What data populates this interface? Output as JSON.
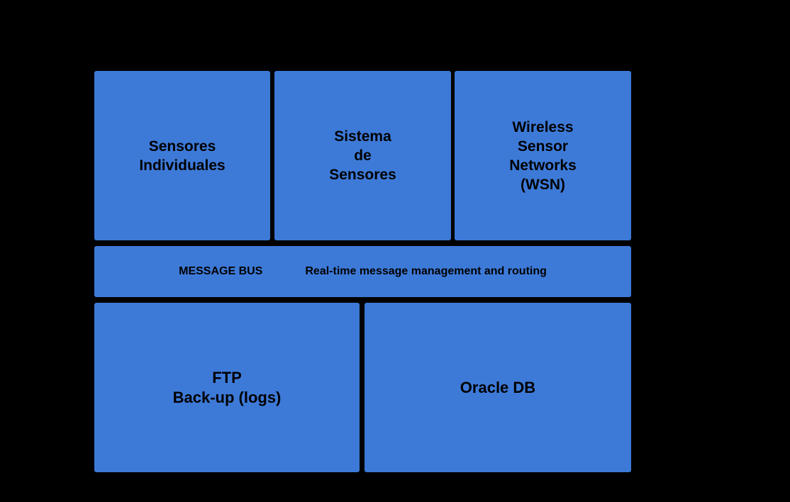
{
  "palette": {
    "background": "#000000",
    "box_fill": "#3d7ad8",
    "text_color": "#000000"
  },
  "diagram": {
    "top_row": {
      "sensores_individuales": "Sensores\nIndividuales",
      "sistema_de_sensores": "Sistema\nde\nSensores",
      "wsn": "Wireless\nSensor\nNetworks\n(WSN)"
    },
    "message_bus": {
      "label": "MESSAGE BUS",
      "description": "Real-time message management and routing"
    },
    "bottom_row": {
      "ftp_backup": "FTP\nBack-up (logs)",
      "oracle_db": "Oracle DB"
    }
  }
}
